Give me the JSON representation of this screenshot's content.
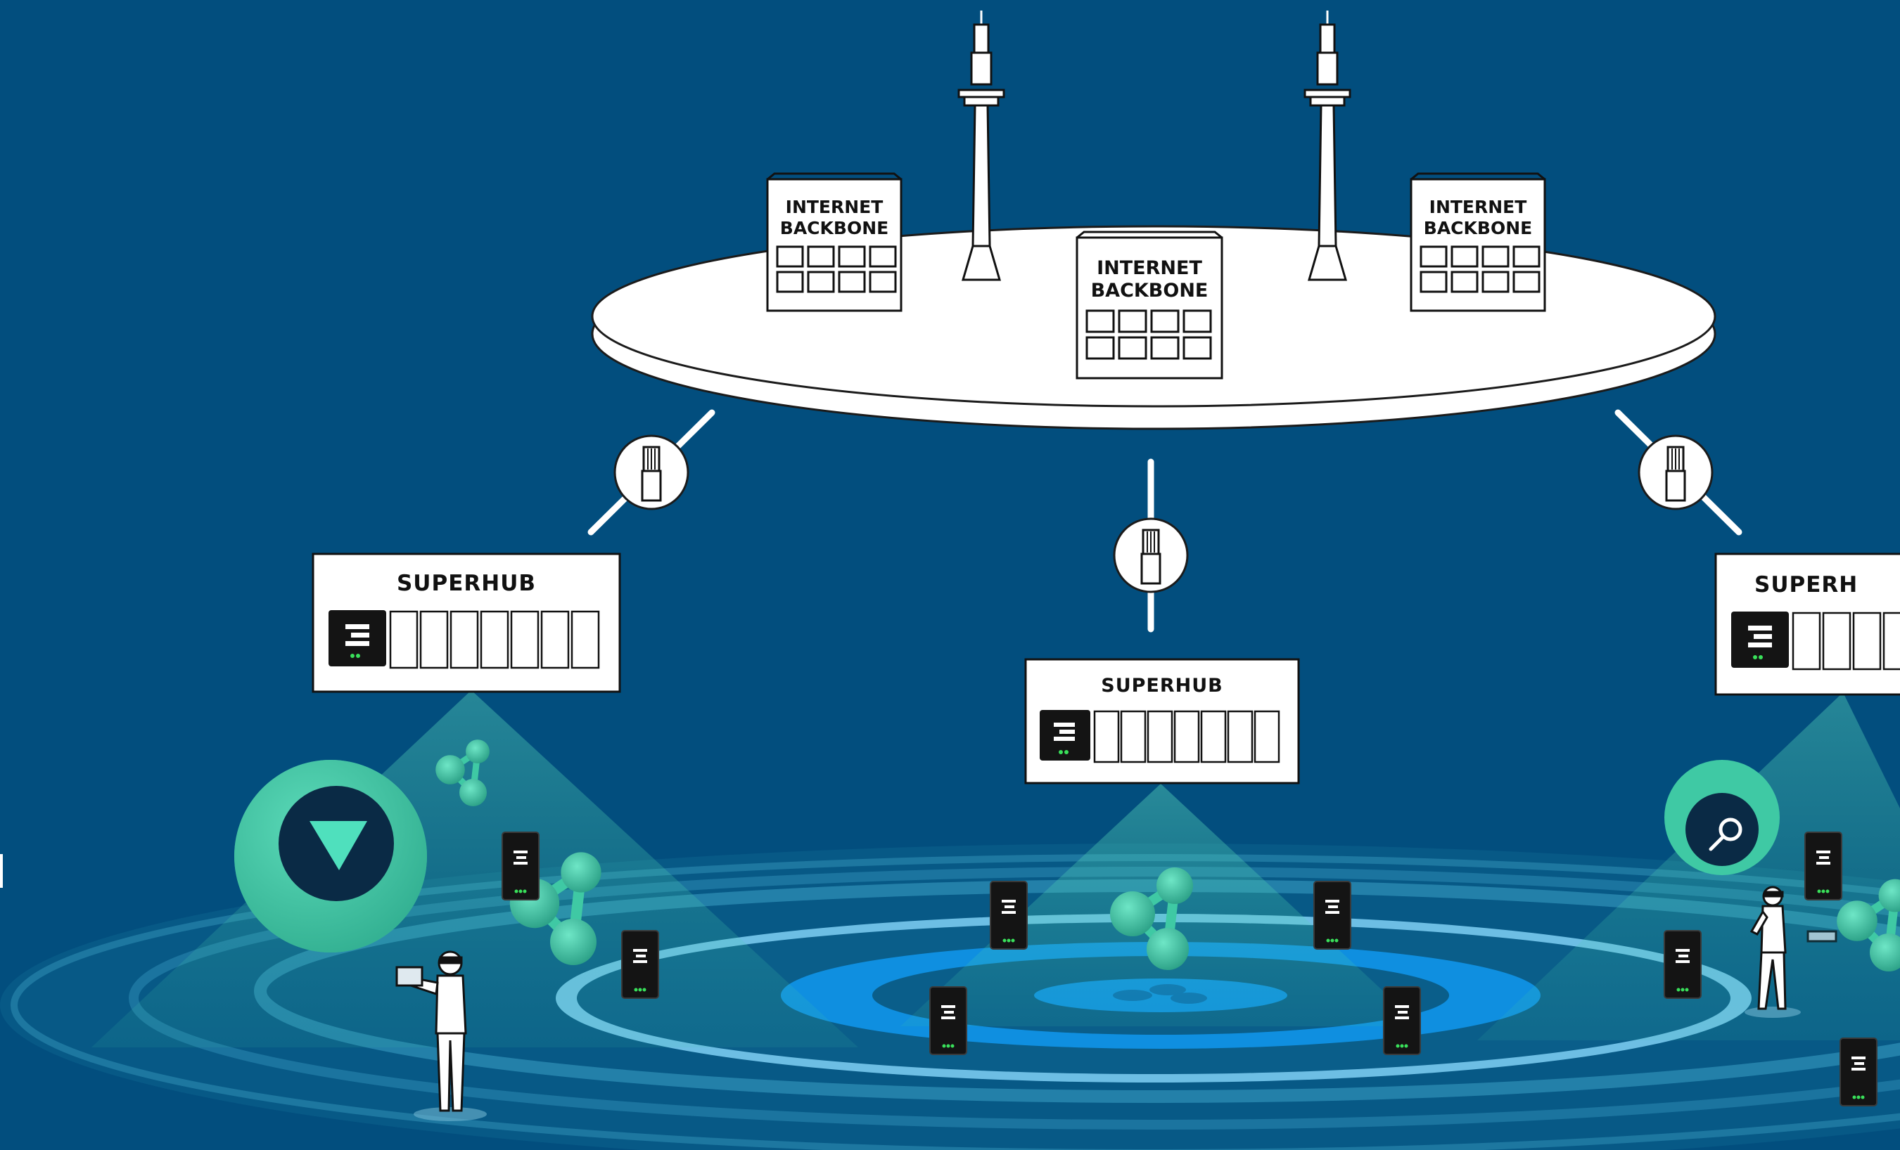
{
  "colors": {
    "background": "#024e7e",
    "teal": "#3fc9a4",
    "teal_dark": "#2aa58a",
    "ring_blue": "#0f8fe0",
    "ring_light": "#7fd0f5",
    "white": "#ffffff",
    "ink": "#111111"
  },
  "backbone": {
    "buildings": [
      {
        "line1": "INTERNET",
        "line2": "BACKBONE"
      },
      {
        "line1": "INTERNET",
        "line2": "BACKBONE"
      },
      {
        "line1": "INTERNET",
        "line2": "BACKBONE"
      }
    ],
    "towers": [
      {
        "icon": "radio-tower-icon"
      },
      {
        "icon": "radio-tower-icon"
      }
    ]
  },
  "superhubs": [
    {
      "label": "SUPERHUB"
    },
    {
      "label": "SUPERHUB"
    },
    {
      "label": "SUPERH"
    }
  ],
  "icons": {
    "play": "play-triangle-icon",
    "search": "magnifier-icon",
    "connector": "fiber-connector-icon",
    "molecule": "molecule-icon",
    "node": "node-device-icon",
    "person": "person-icon"
  }
}
